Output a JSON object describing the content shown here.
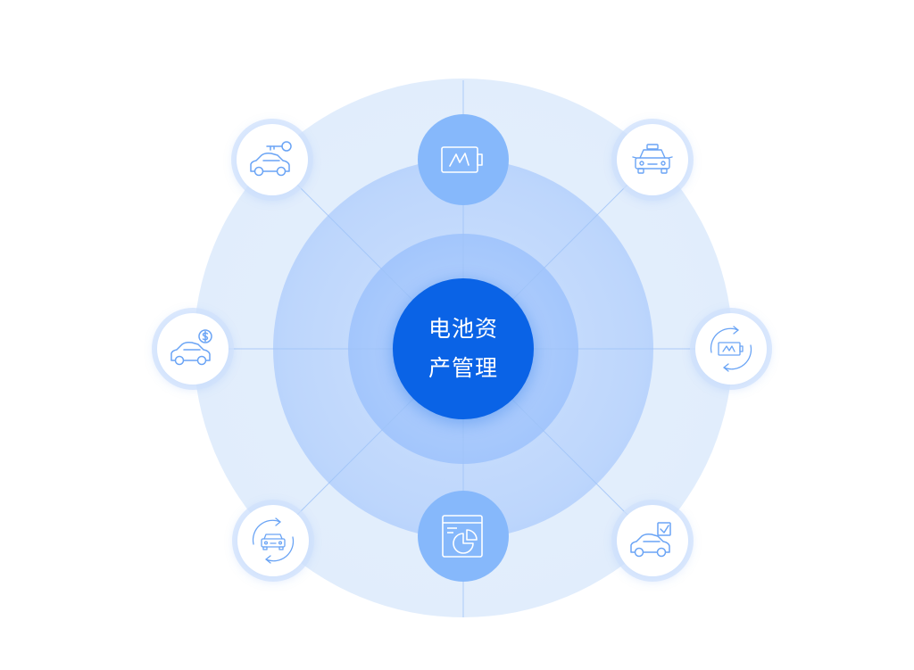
{
  "center": {
    "line1": "电池资",
    "line2": "产管理"
  },
  "nodes": [
    {
      "id": "battery-top",
      "icon": "battery-icon"
    },
    {
      "id": "taxi",
      "icon": "taxi-icon"
    },
    {
      "id": "battery-swap",
      "icon": "battery-cycle-icon"
    },
    {
      "id": "car-check",
      "icon": "car-check-icon"
    },
    {
      "id": "report-chart",
      "icon": "pie-chart-report-icon"
    },
    {
      "id": "car-cycle",
      "icon": "car-cycle-icon"
    },
    {
      "id": "car-money",
      "icon": "car-dollar-icon"
    },
    {
      "id": "car-key",
      "icon": "car-key-icon"
    }
  ],
  "colors": {
    "core": "#0a63e6",
    "icon_stroke": "#6aa4f5",
    "blue_node": "#86b8fb"
  }
}
